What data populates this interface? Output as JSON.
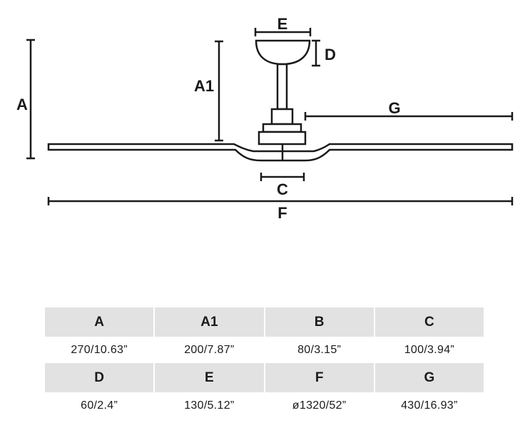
{
  "diagram": {
    "dimension_labels": {
      "A": "A",
      "A1": "A1",
      "C": "C",
      "D": "D",
      "E": "E",
      "F": "F",
      "G": "G"
    }
  },
  "table": {
    "rows": [
      {
        "headers": [
          "A",
          "A1",
          "B",
          "C"
        ],
        "values": [
          "270/10.63”",
          "200/7.87”",
          "80/3.15”",
          "100/3.94”"
        ]
      },
      {
        "headers": [
          "D",
          "E",
          "F",
          "G"
        ],
        "values": [
          "60/2.4”",
          "130/5.12”",
          "ø1320/52”",
          "430/16.93”"
        ]
      }
    ]
  }
}
